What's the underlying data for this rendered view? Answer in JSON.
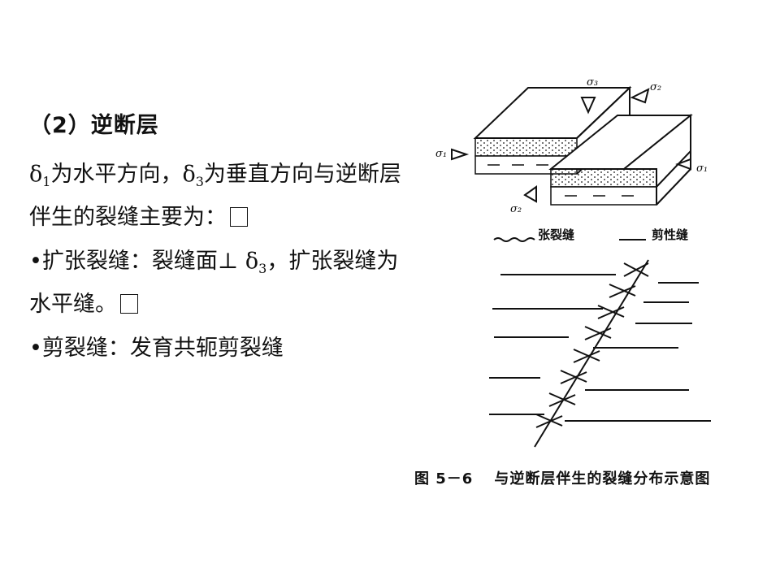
{
  "slide": {
    "heading": "（2）逆断层",
    "para1_a": "δ",
    "para1_sub1": "1",
    "para1_b": "为水平方向，δ",
    "para1_sub2": "3",
    "para1_c": "为垂直方向与逆断层伴生的裂缝主要为：",
    "bullet1_a": "•扩张裂缝：裂缝面⊥ δ",
    "bullet1_sub": "3",
    "bullet1_b": "，扩张裂缝为水平缝。",
    "bullet2": "•剪裂缝：发育共轭剪裂缝"
  },
  "figure": {
    "labels": {
      "sigma3": "σ₃",
      "sigma2_top": "σ₂",
      "sigma1_left": "σ₁",
      "sigma1_right": "σ₁",
      "sigma2_bottom": "σ₂"
    },
    "legend": {
      "tension": "张裂缝",
      "shear": "剪性缝"
    },
    "caption_number": "图 5－6",
    "caption_text": "与逆断层伴生的裂缝分布示意图"
  }
}
